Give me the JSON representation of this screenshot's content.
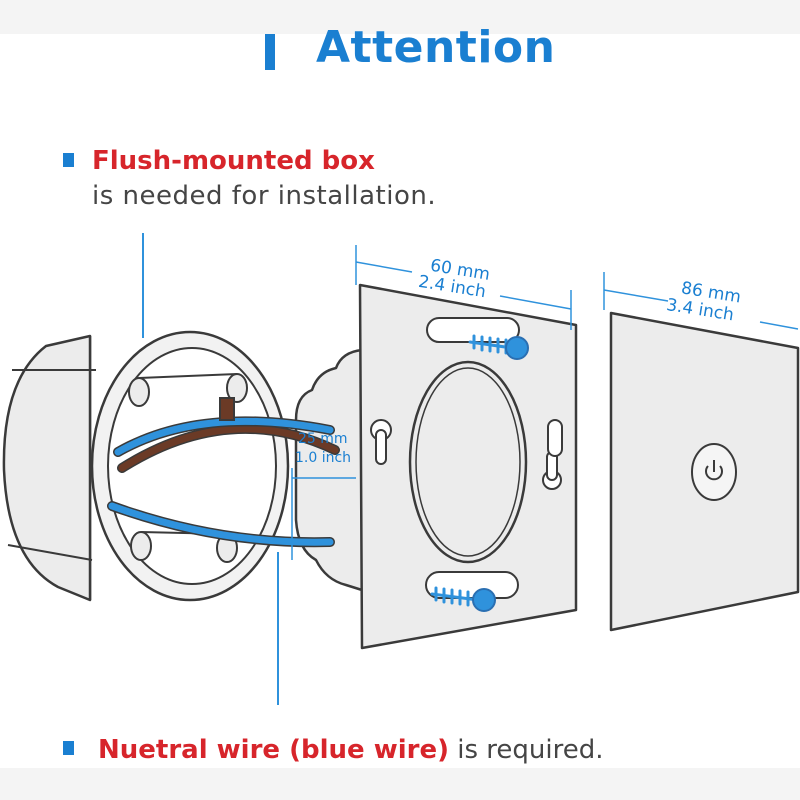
{
  "title": "Attention",
  "notes": [
    {
      "highlight": "Flush-mounted box",
      "text": "is needed for installation."
    },
    {
      "highlight": "Nuetral wire (blue wire)",
      "text": " is required."
    }
  ],
  "dimensions": {
    "backplate_width_mm": "60 mm",
    "backplate_width_inch": "2.4 inch",
    "panel_width_mm": "86 mm",
    "panel_width_inch": "3.4 inch",
    "depth_mm": "25 mm",
    "depth_inch": "1.0 inch"
  },
  "colors": {
    "accent_blue": "#1a7fd1",
    "highlight_red": "#d7252b",
    "wire_blue": "#2f92dc",
    "wire_brown": "#6b3a26",
    "outline": "#3a3a3a",
    "fill_gray": "#ebebeb"
  },
  "icons": [
    "power-icon",
    "screw-icon"
  ]
}
